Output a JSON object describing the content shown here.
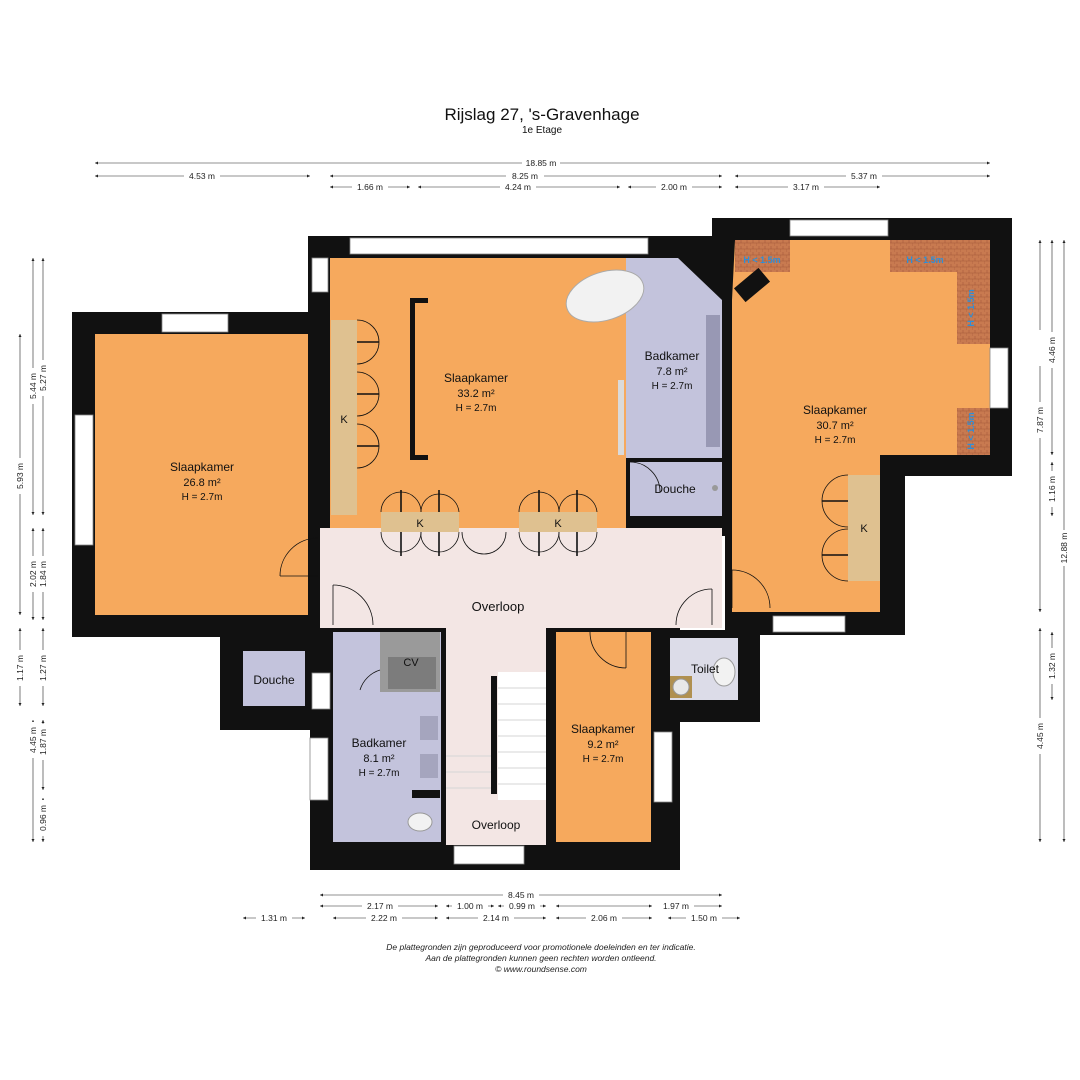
{
  "title": "Rijslag 27, 's-Gravenhage",
  "subtitle": "1e Etage",
  "rooms": [
    {
      "name": "Slaapkamer",
      "area": "26.8 m²",
      "height": "H = 2.7m"
    },
    {
      "name": "Slaapkamer",
      "area": "33.2 m²",
      "height": "H = 2.7m"
    },
    {
      "name": "Badkamer",
      "area": "7.8 m²",
      "height": "H = 2.7m"
    },
    {
      "name": "Slaapkamer",
      "area": "30.7 m²",
      "height": "H = 2.7m"
    },
    {
      "name": "Badkamer",
      "area": "8.1 m²",
      "height": "H = 2.7m"
    },
    {
      "name": "Slaapkamer",
      "area": "9.2 m²",
      "height": "H = 2.7m"
    }
  ],
  "labels": {
    "douche": "Douche",
    "overloop": "Overloop",
    "toilet": "Toilet",
    "cv": "CV",
    "kast": "K"
  },
  "height_limits": [
    "H < 1.5m",
    "H < 1.5m",
    "H < 1.5m",
    "H < 1.5m"
  ],
  "dimensions": {
    "top": [
      "18.85 m",
      "4.53 m",
      "8.25 m",
      "5.37 m",
      "1.66 m",
      "4.24 m",
      "2.00 m",
      "3.17 m"
    ],
    "bottom": [
      "8.45 m",
      "2.17 m",
      "1.00 m",
      "0.99 m",
      "1.97 m",
      "1.31 m",
      "2.22 m",
      "2.14 m",
      "2.06 m",
      "1.50 m"
    ],
    "left": [
      "5.44 m",
      "5.27 m",
      "5.93 m",
      "2.02 m",
      "1.84 m",
      "1.17 m",
      "1.27 m",
      "4.45 m",
      "1.87 m",
      "0.96 m"
    ],
    "right": [
      "4.46 m",
      "7.87 m",
      "1.16 m",
      "12.88 m",
      "1.32 m",
      "4.45 m"
    ]
  },
  "footer": [
    "De plattegronden zijn geproduceerd voor promotionele doeleinden en ter indicatie.",
    "Aan de plattegronden kunnen geen rechten worden ontleend.",
    "© www.roundsense.com"
  ],
  "colors": {
    "bedroom": "#f6a95d",
    "bathroom": "#c3c3dc",
    "landing": "#f3e6e4",
    "closet": "#dfc190",
    "wall": "#111111",
    "tiles": "#c87a50"
  }
}
